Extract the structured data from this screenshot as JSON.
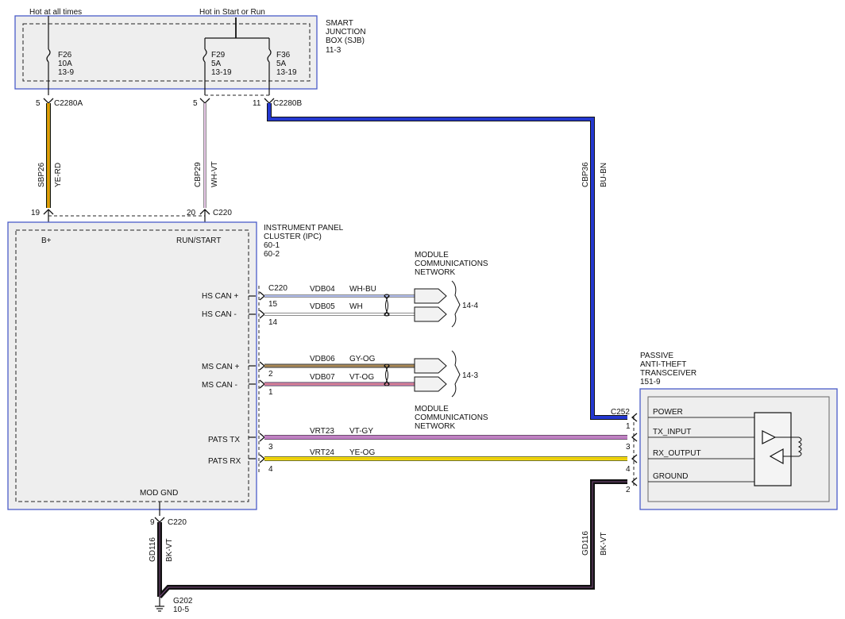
{
  "supply_labels": {
    "always": "Hot at all times",
    "start_run": "Hot in Start or Run"
  },
  "sjb": {
    "title": [
      "SMART",
      "JUNCTION",
      "BOX (SJB)",
      "11-3"
    ],
    "fuses": [
      {
        "name": "F26",
        "rating": "10A",
        "ref": "13-9"
      },
      {
        "name": "F29",
        "rating": "5A",
        "ref": "13-19"
      },
      {
        "name": "F36",
        "rating": "5A",
        "ref": "13-19"
      }
    ]
  },
  "sjb_pins": {
    "p5a": "5",
    "c2280a": "C2280A",
    "p5b": "5",
    "p11": "11",
    "c2280b": "C2280B"
  },
  "wires": {
    "sbp26": {
      "circuit": "SBP26",
      "color": "YE-RD"
    },
    "cbp29": {
      "circuit": "CBP29",
      "color": "WH-VT"
    },
    "cbp36": {
      "circuit": "CBP36",
      "color": "BU-BN"
    },
    "gd116a": {
      "circuit": "GD116",
      "color": "BK-VT"
    },
    "gd116b": {
      "circuit": "GD116",
      "color": "BK-VT"
    }
  },
  "ipc_top_pins": {
    "p19": "19",
    "p20": "20",
    "c220": "C220"
  },
  "ipc": {
    "title": [
      "INSTRUMENT PANEL",
      "CLUSTER (IPC)",
      "60-1",
      "60-2"
    ],
    "b_plus": "B+",
    "run_start": "RUN/START",
    "hs_can_p": "HS CAN +",
    "hs_can_m": "HS CAN -",
    "ms_can_p": "MS CAN +",
    "ms_can_m": "MS CAN -",
    "pats_tx": "PATS TX",
    "pats_rx": "PATS RX",
    "mod_gnd": "MOD GND"
  },
  "ipc_conn": {
    "c220": "C220",
    "pins": [
      "15",
      "14",
      "2",
      "1",
      "3",
      "4"
    ],
    "gnd_pin": "9",
    "gnd_conn": "C220"
  },
  "network_signals": [
    {
      "circuit": "VDB04",
      "color": "WH-BU"
    },
    {
      "circuit": "VDB05",
      "color": "WH"
    },
    {
      "circuit": "VDB06",
      "color": "GY-OG"
    },
    {
      "circuit": "VDB07",
      "color": "VT-OG"
    }
  ],
  "mcn_top": [
    "MODULE",
    "COMMUNICATIONS",
    "NETWORK"
  ],
  "mcn_bottom": [
    "MODULE",
    "COMMUNICATIONS",
    "NETWORK"
  ],
  "mcn_refs": {
    "hs": "14-4",
    "ms": "14-3"
  },
  "pats_signals": [
    {
      "circuit": "VRT23",
      "color": "VT-GY"
    },
    {
      "circuit": "VRT24",
      "color": "YE-OG"
    }
  ],
  "pats": {
    "title": [
      "PASSIVE",
      "ANTI-THEFT",
      "TRANSCEIVER",
      "151-9"
    ],
    "connector": "C252",
    "pins": [
      "1",
      "3",
      "4",
      "2"
    ],
    "terminals": [
      "POWER",
      "TX_INPUT",
      "RX_OUTPUT",
      "GROUND"
    ]
  },
  "ground": {
    "name": "G202",
    "ref": "10-5"
  }
}
